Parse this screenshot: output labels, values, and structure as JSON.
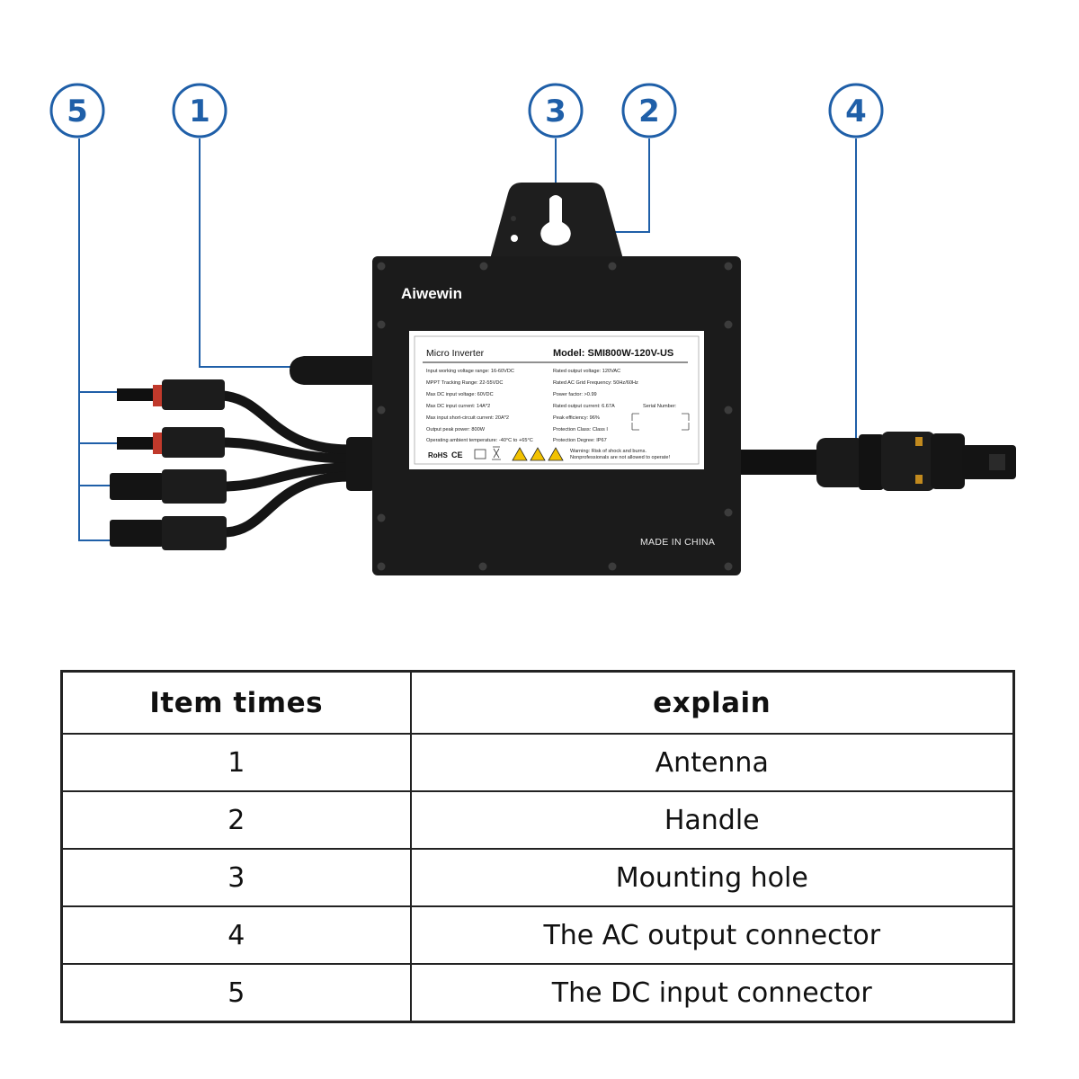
{
  "callouts": {
    "c1": "1",
    "c2": "2",
    "c3": "3",
    "c4": "4",
    "c5": "5"
  },
  "device": {
    "brand": "Aiwewin",
    "made_in": "MADE IN CHINA",
    "label": {
      "product": "Micro Inverter",
      "model": "Model: SMI800W-120V-US",
      "left_specs": [
        "Input working voltage range: 16-60VDC",
        "MPPT Tracking Range: 22-55VDC",
        "Max DC input voltage: 60VDC",
        "Max DC input current: 14A*2",
        "Max input short-circuit current: 20A*2",
        "Output peak power: 800W",
        "Operating ambient temperature: -40°C to +65°C"
      ],
      "right_specs": [
        "Rated output voltage: 120VAC",
        "Rated AC Grid Frequency: 50Hz/60Hz",
        "Power factor: >0.99",
        "Rated output current: 6.67A",
        "Peak efficiency: 96%",
        "Protection Class: Class I",
        "Protection Degree: IP67"
      ],
      "serial": "Serial Number:",
      "rohs": "RoHS",
      "ce": "CE",
      "warning_1": "Warning: Risk of shock and burns.",
      "warning_2": "Nonprofessionals are not allowed to operate!"
    }
  },
  "table": {
    "headers": [
      "Item times",
      "explain"
    ],
    "rows": [
      [
        "1",
        "Antenna"
      ],
      [
        "2",
        "Handle"
      ],
      [
        "3",
        "Mounting hole"
      ],
      [
        "4",
        "The AC output connector"
      ],
      [
        "5",
        "The DC input connector"
      ]
    ]
  },
  "colors": {
    "callout": "#1f5fa8",
    "body": "#1b1b1b",
    "label_bg": "#ffffff"
  }
}
